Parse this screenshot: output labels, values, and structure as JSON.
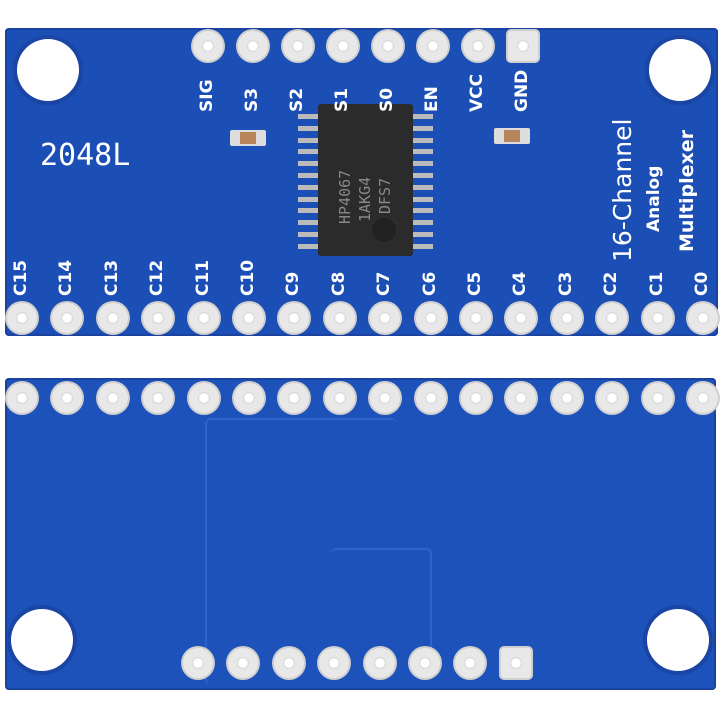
{
  "board_top": {
    "marking": "2048L",
    "control_pins": [
      "SIG",
      "S3",
      "S2",
      "S1",
      "S0",
      "EN",
      "VCC",
      "GND"
    ],
    "channel_pins": [
      "C15",
      "C14",
      "C13",
      "C12",
      "C11",
      "C10",
      "C9",
      "C8",
      "C7",
      "C6",
      "C5",
      "C4",
      "C3",
      "C2",
      "C1",
      "C0"
    ],
    "title_line1": "16-Channel",
    "title_line2": "Analog",
    "title_line3": "Multiplexer",
    "chip": {
      "line1": "HP4067",
      "line2": "1AKG4",
      "line3": "DFS7"
    }
  },
  "colors": {
    "pcb": "#1c4fb5",
    "pad": "#e8e8e8",
    "chip": "#2b2b2b"
  }
}
